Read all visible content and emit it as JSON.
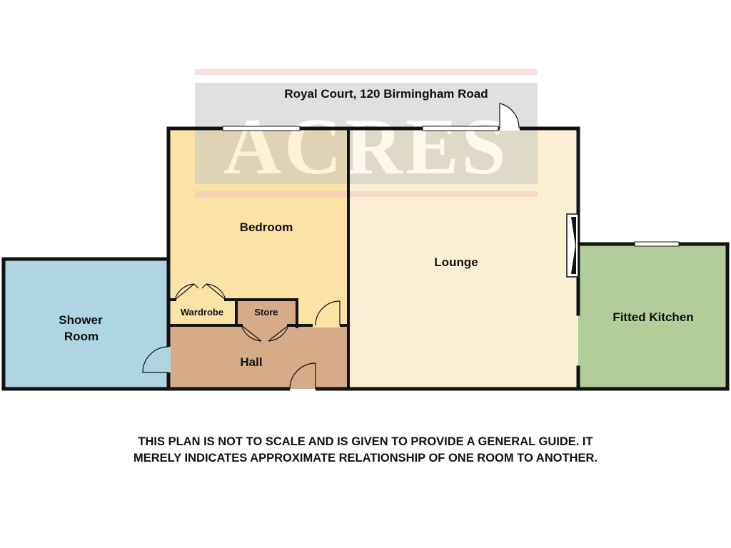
{
  "title": "Royal Court, 120 Birmingham Road",
  "watermark": "ACRES",
  "rooms": {
    "bedroom": "Bedroom",
    "lounge": "Lounge",
    "shower_room_line1": "Shower",
    "shower_room_line2": "Room",
    "fitted_kitchen": "Fitted Kitchen",
    "hall": "Hall",
    "wardrobe": "Wardrobe",
    "store": "Store"
  },
  "disclaimer": "THIS PLAN IS NOT TO SCALE AND IS GIVEN TO PROVIDE A GENERAL GUIDE. IT MERELY INDICATES APPROXIMATE RELATIONSHIP OF ONE ROOM TO ANOTHER.",
  "colors": {
    "bedroom": "#fbe3a6",
    "lounge": "#fbf0d3",
    "shower_room": "#afd5e2",
    "fitted_kitchen": "#b2cd9a",
    "hall": "#d6ac88",
    "wall": "#111111"
  }
}
